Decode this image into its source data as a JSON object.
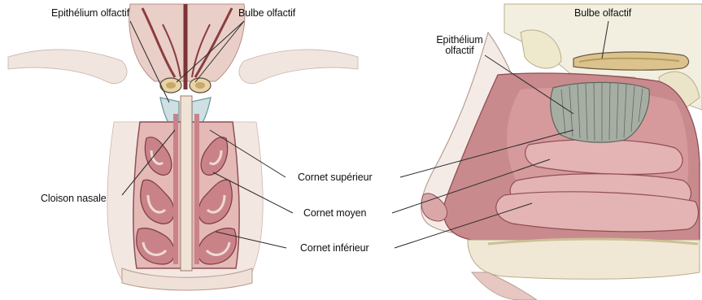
{
  "labels": {
    "front_epithelium": "Epithélium olfactif",
    "front_bulb": "Bulbe olfactif",
    "septum": "Cloison nasale",
    "superior_turbinate": "Cornet supérieur",
    "middle_turbinate": "Cornet moyen",
    "inferior_turbinate": "Cornet inférieur",
    "side_bulb": "Bulbe olfactif",
    "side_epithelium_line1": "Epithélium",
    "side_epithelium_line2": "olfactif"
  },
  "colors": {
    "tissue": "#c7878b",
    "tissue_dark": "#a95a60",
    "mucosa_light": "#e8c3c3",
    "bone": "#ece6cc",
    "epithelium": "#9aa598",
    "bulb": "#d9c48a",
    "line": "#2a2a2a"
  }
}
